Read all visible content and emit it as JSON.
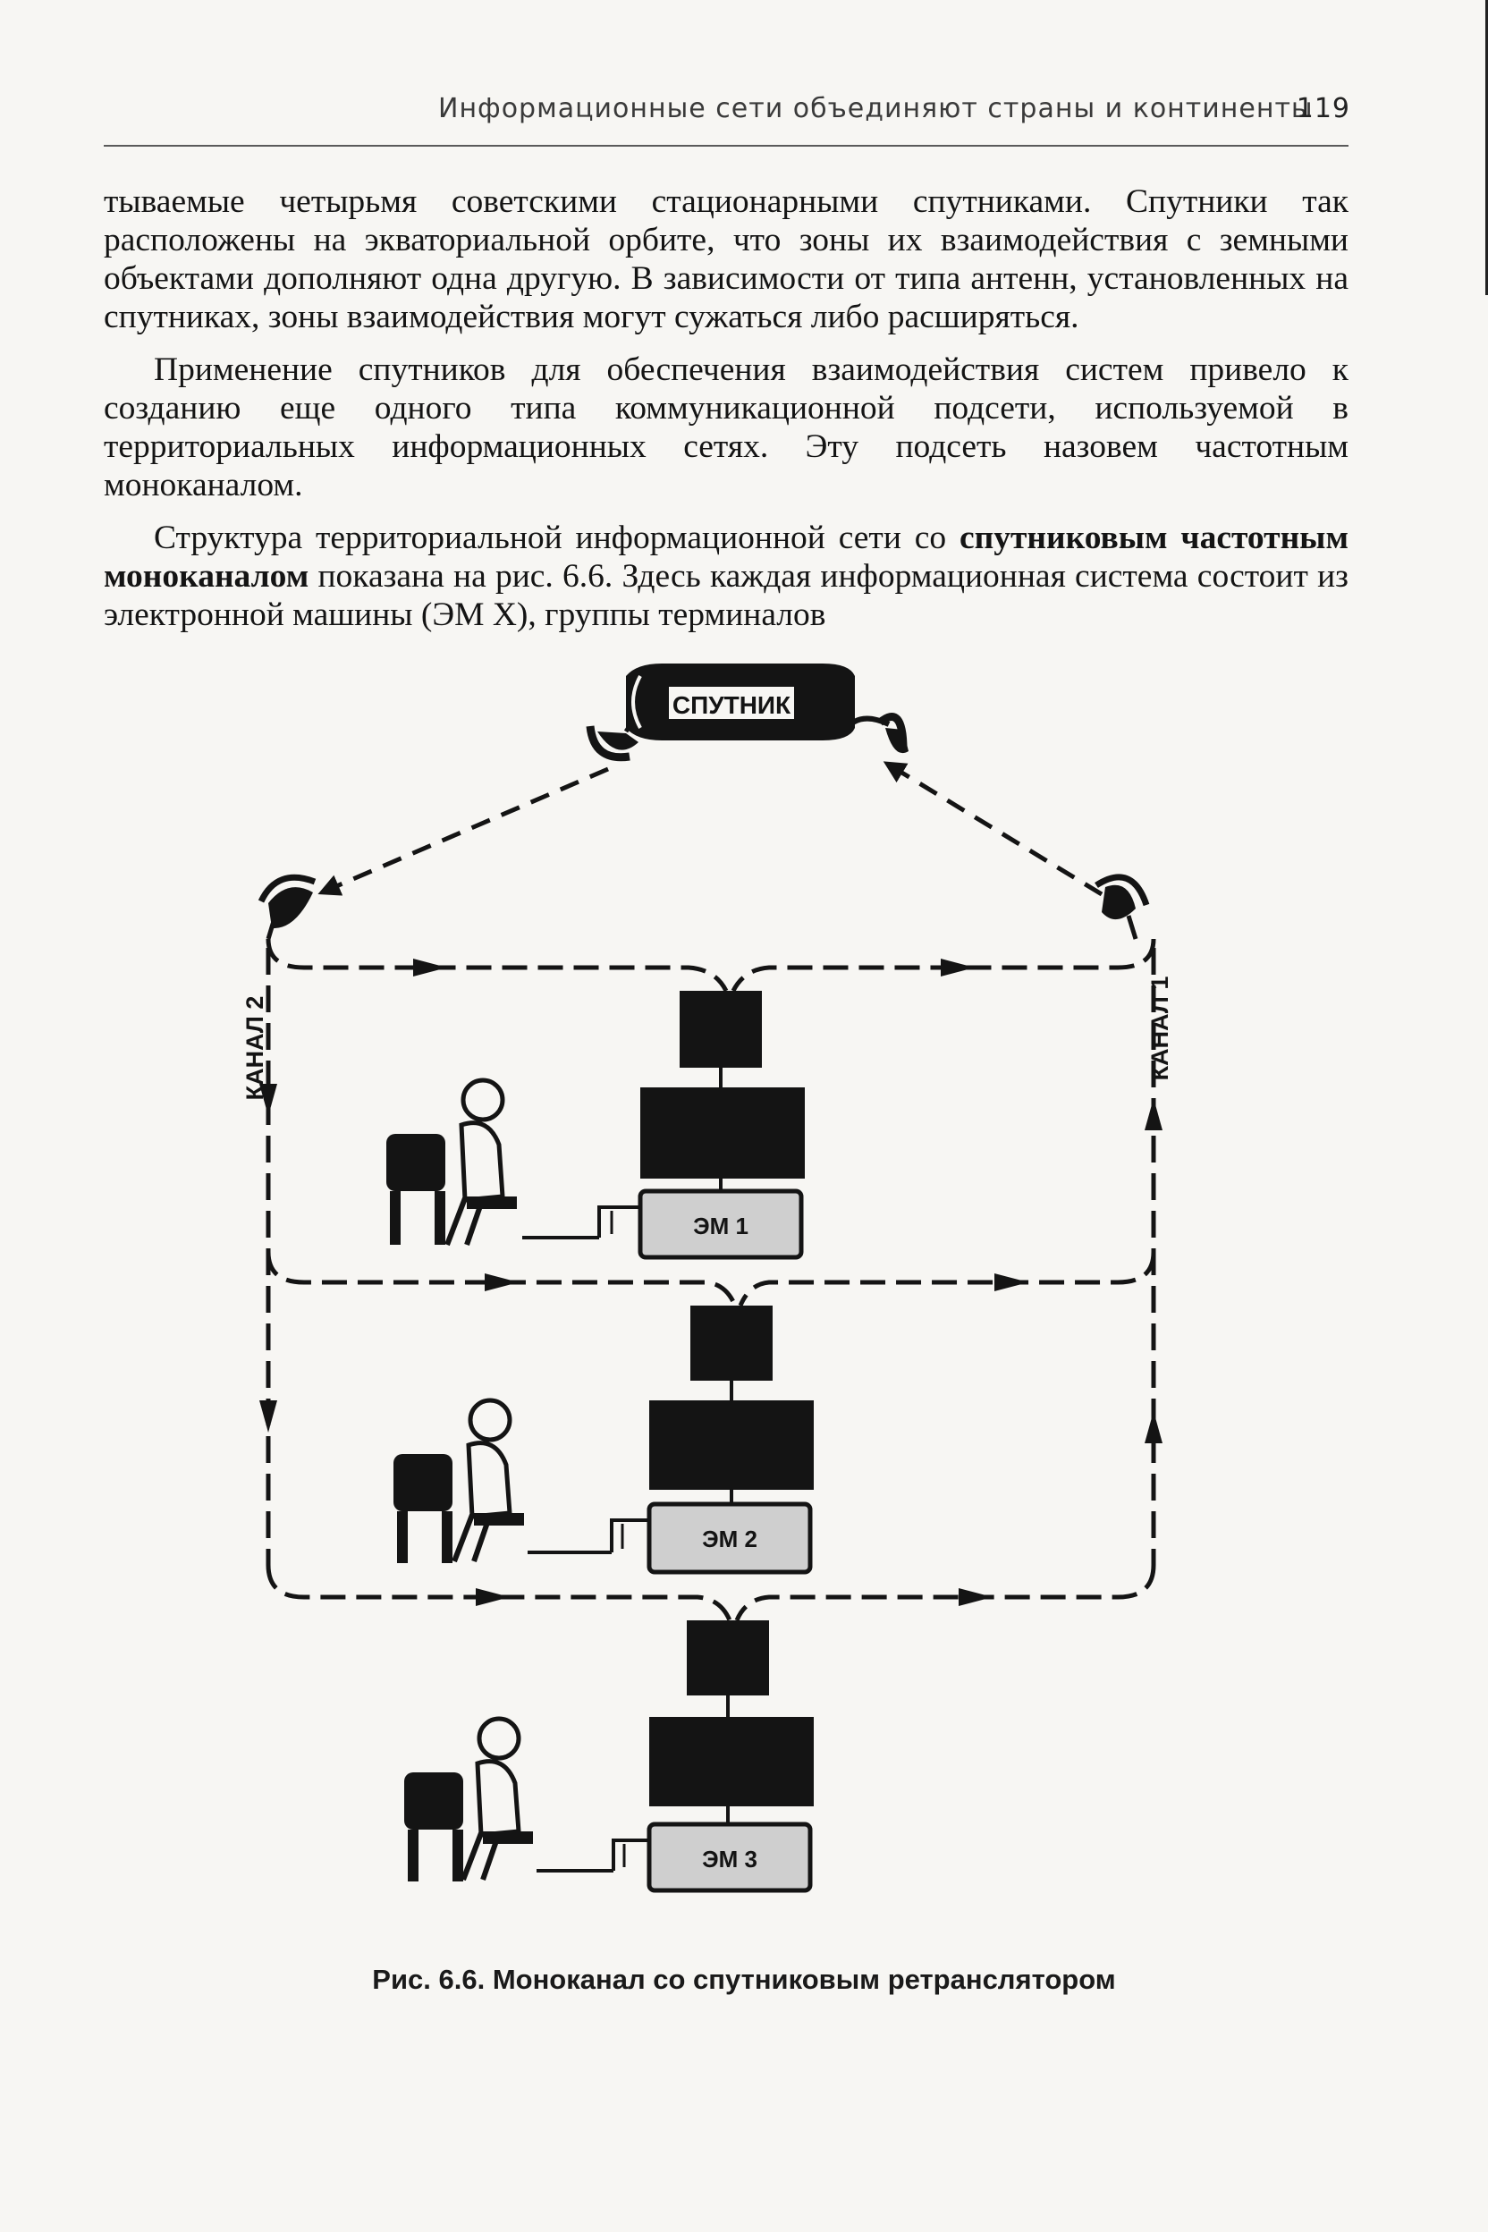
{
  "header": {
    "running_title": "Информационные сети объединяют страны и континенты",
    "page_number": "119"
  },
  "body": {
    "paragraph_1": "тываемые четырьмя советскими стационарными спутниками. Спутники так расположены на экваториальной орбите, что зоны их взаимодействия с земными объектами дополняют одна другую. В зависимости от типа антенн, установленных на спутниках, зоны взаимодействия могут сужаться либо расширяться.",
    "paragraph_2": "Применение спутников для обеспечения взаимодействия систем привело к созданию еще одного типа коммуникационной подсети, используемой в территориальных информационных сетях. Эту подсеть назовем частотным моноканалом.",
    "paragraph_3": {
      "before": "Структура территориальной информационной сети со ",
      "bold": "спутниковым частотным моноканалом",
      "after": " показана на рис. 6.6. Здесь каждая информационная система состоит из электронной машины (ЭМ X), группы терминалов"
    }
  },
  "figure": {
    "satellite_label": "СПУТНИК",
    "channel_left_label": "КАНАЛ 2",
    "channel_right_label": "КАНАЛ 1",
    "machines": [
      {
        "label": "ЭМ 1"
      },
      {
        "label": "ЭМ 2"
      },
      {
        "label": "ЭМ 3"
      }
    ],
    "caption": "Рис. 6.6. Моноканал со спутниковым ретранслятором"
  },
  "colors": {
    "ink": "#141414",
    "paper": "#f7f6f3",
    "machine_fill": "#cfcfcf"
  }
}
